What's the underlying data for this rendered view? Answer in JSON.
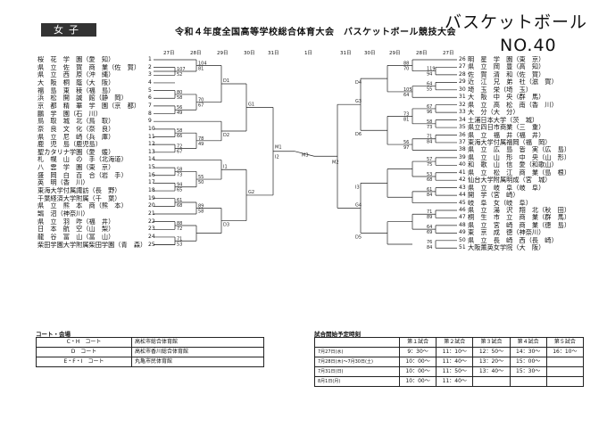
{
  "header": {
    "badge": "女子",
    "title": "令和４年度全国高等学校総合体育大会　バスケットボール競技大会",
    "handwritten_title": "バスケットボール",
    "handwritten_no": "NO.40"
  },
  "dates": {
    "left": [
      "27日",
      "28日",
      "29日",
      "30日",
      "31日"
    ],
    "center": "1日",
    "right": [
      "31日",
      "30日",
      "29日",
      "28日",
      "27日"
    ]
  },
  "left_teams": [
    {
      "num": "1",
      "name": "桜　花　学　園（愛　知）"
    },
    {
      "num": "2",
      "name": "県　立　佐　賀　商　業（佐　賀）"
    },
    {
      "num": "3",
      "name": "県　立　西　原（沖　縄）"
    },
    {
      "num": "4",
      "name": "大　阪　桐　蔭（大　阪）"
    },
    {
      "num": "5",
      "name": "福　島　東　稜（福　島）"
    },
    {
      "num": "6",
      "name": "浜　松　開　誠　館（静　岡）"
    },
    {
      "num": "7",
      "name": "京　都　精　華　学　園（京　都）"
    },
    {
      "num": "8",
      "name": "鵬　学　園（石　川）"
    },
    {
      "num": "9",
      "name": "鳥　取　城　北（鳥　取）"
    },
    {
      "num": "10",
      "name": "奈　良　文　化（奈　良）"
    },
    {
      "num": "11",
      "name": "県　立　尼　崎（兵　庫）"
    },
    {
      "num": "12",
      "name": "鹿　児　島（鹿児島）"
    },
    {
      "num": "13",
      "name": "聖カタリナ学園（愛　媛）"
    },
    {
      "num": "14",
      "name": "札　幌　山　の　手（北海道）"
    },
    {
      "num": "15",
      "name": "八　雲　学　園（東　京）"
    },
    {
      "num": "16",
      "name": "盛　岡　白　百　合（岩　手）"
    },
    {
      "num": "17",
      "name": "英　明（香　川）"
    },
    {
      "num": "18",
      "name": "東海大学付属諏訪（長　野）"
    },
    {
      "num": "19",
      "name": "千葉経済大学附属（千　葉）"
    },
    {
      "num": "20",
      "name": "県　立　熊　本　商（熊　本）"
    },
    {
      "num": "21",
      "name": "鵠　沼（神奈川）"
    },
    {
      "num": "22",
      "name": "県　立　羽　咋（福　井）"
    },
    {
      "num": "23",
      "name": "日　本　航　空（山　梨）"
    },
    {
      "num": "24",
      "name": "龍　谷　富　山（富　山）"
    },
    {
      "num": "25",
      "name": "柴田学園大学附属柴田学園（青　森）"
    }
  ],
  "right_teams": [
    {
      "num": "26",
      "name": "明　星　学　園（東　京）"
    },
    {
      "num": "27",
      "name": "県　立　岡　豊（高　知）"
    },
    {
      "num": "28",
      "name": "佐　賀　清　和（佐　賀）"
    },
    {
      "num": "29",
      "name": "近　江　兄　弟　社（滋　賀）"
    },
    {
      "num": "30",
      "name": "埼　玉　栄（埼　玉）"
    },
    {
      "num": "31",
      "name": "大　阪　中　央（群　馬）"
    },
    {
      "num": "32",
      "name": "県　立　高　松　南（香　川）"
    },
    {
      "num": "33",
      "name": "大　分（大　分）"
    },
    {
      "num": "34",
      "name": "土浦日本大学（茨　城）"
    },
    {
      "num": "35",
      "name": "県立四日市商業（三　重）"
    },
    {
      "num": "36",
      "name": "県　立　福　井（福　井）"
    },
    {
      "num": "37",
      "name": "東海大学付属福岡（福　岡）"
    },
    {
      "num": "38",
      "name": "県　立　広　島　皆　実（広　島）"
    },
    {
      "num": "39",
      "name": "県　立　山　形　中　央（山　形）"
    },
    {
      "num": "40",
      "name": "和　歌　山　信　愛（和歌山）"
    },
    {
      "num": "41",
      "name": "県　立　松　江　商　業（島　根）"
    },
    {
      "num": "42",
      "name": "仙台大学附属明成（宮　城）"
    },
    {
      "num": "43",
      "name": "県　立　岐　阜（岐　阜）"
    },
    {
      "num": "44",
      "name": "開　学（宮　崎）"
    },
    {
      "num": "45",
      "name": "岐　阜　女（岐　阜）"
    },
    {
      "num": "46",
      "name": "県　立　湯　沢　翔　北（秋　田）"
    },
    {
      "num": "47",
      "name": "桐　生　市　立　商　業（群　馬）"
    },
    {
      "num": "48",
      "name": "県　立　宮　崎　商　業（徳　島）"
    },
    {
      "num": "49",
      "name": "東　京　成　徳（神奈川）"
    },
    {
      "num": "50",
      "name": "県　立　長　崎　西（長　崎）"
    },
    {
      "num": "51",
      "name": "大阪薫英女学院（大　阪）"
    }
  ],
  "match_labels": {
    "left": [
      "D1",
      "G1",
      "I1",
      "D2",
      "G2",
      "D3",
      "I2",
      "M1"
    ],
    "center": "M3",
    "right": [
      "M2",
      "D4",
      "G3",
      "I3",
      "D5",
      "G4",
      "D6"
    ]
  },
  "scores_left": [
    [
      "107",
      "52"
    ],
    [
      "80",
      "58"
    ],
    [
      "56",
      "49"
    ],
    [
      "58",
      "66"
    ],
    [
      "72",
      "67"
    ],
    [
      "58",
      "73"
    ],
    [
      "94",
      "65"
    ],
    [
      "61",
      "68"
    ],
    [
      "88",
      "72"
    ],
    [
      "71",
      "53"
    ],
    [
      "104",
      "81"
    ],
    [
      "70",
      "67"
    ],
    [
      "78",
      "49"
    ],
    [
      "55",
      "50"
    ],
    [
      "89",
      "58"
    ]
  ],
  "scores_right": [
    [
      "119",
      "94"
    ],
    [
      "64",
      "55"
    ],
    [
      "67",
      "96"
    ],
    [
      "58",
      "73"
    ],
    [
      "71",
      "84"
    ],
    [
      "57",
      "75"
    ],
    [
      "53",
      "68"
    ],
    [
      "61",
      "84"
    ],
    [
      "71",
      "89"
    ],
    [
      "64",
      "69"
    ],
    [
      "76",
      "84"
    ],
    [
      "88",
      "70"
    ],
    [
      "105",
      "64"
    ],
    [
      "73",
      "81"
    ],
    [
      "56",
      "97"
    ]
  ],
  "courts": {
    "title": "コート・会場",
    "rows": [
      {
        "court": "C・H　コート",
        "venue": "高松市総合体育館"
      },
      {
        "court": "D　コート",
        "venue": "高松市香川総合体育館"
      },
      {
        "court": "E・F・I　コート",
        "venue": "丸亀市民体育館"
      }
    ]
  },
  "schedule": {
    "title": "試合開始予定時刻",
    "headers": [
      "第１試合",
      "第２試合",
      "第３試合",
      "第４試合",
      "第５試合"
    ],
    "rows": [
      {
        "date": "7月27日(水)",
        "times": [
          "9：30～",
          "11：10～",
          "12：50～",
          "14：30～",
          "16：10～"
        ]
      },
      {
        "date": "7月28日(木)～7月30日(土)",
        "times": [
          "10：00～",
          "11：40～",
          "13：20～",
          "15：00～",
          ""
        ]
      },
      {
        "date": "7月31日(日)",
        "times": [
          "10：00～",
          "11：50～",
          "13：40～",
          "15：30～",
          ""
        ]
      },
      {
        "date": "8月1日(月)",
        "times": [
          "10：00～",
          "11：40～",
          "",
          "",
          ""
        ]
      }
    ]
  }
}
